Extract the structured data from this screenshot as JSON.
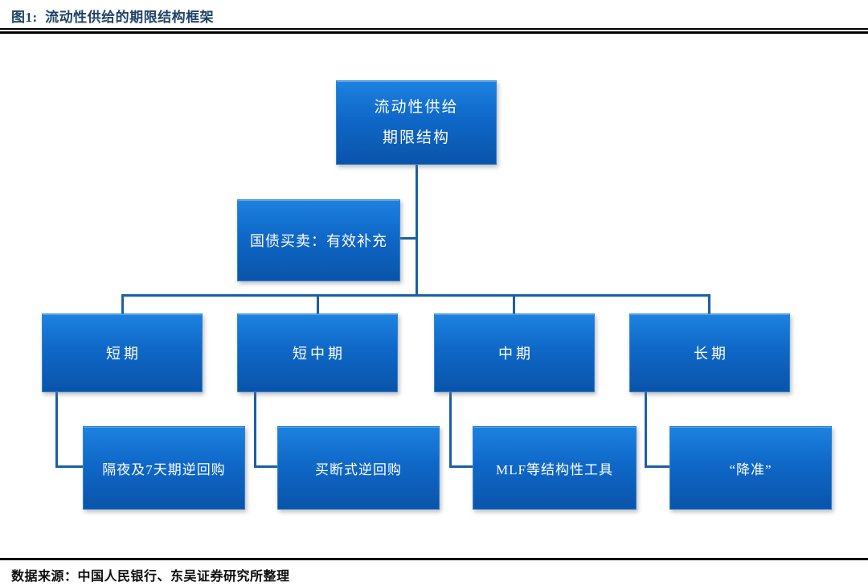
{
  "figure": {
    "title": "图1:  流动性供给的期限结构框架",
    "source": "数据来源：中国人民银行、东吴证券研究所整理"
  },
  "diagram": {
    "root": {
      "line1": "流动性供给",
      "line2": "期限结构"
    },
    "supplement": {
      "label": "国债买卖：有效补充"
    },
    "columns": [
      {
        "category": "短期",
        "tool": "隔夜及7天期逆回购"
      },
      {
        "category": "短中期",
        "tool": "买断式逆回购"
      },
      {
        "category": "中期",
        "tool": "MLF等结构性工具"
      },
      {
        "category": "长期",
        "tool": "“降准”"
      }
    ]
  },
  "colors": {
    "node_gradient_top": "#1d82e0",
    "node_gradient_bottom": "#0a54aa",
    "node_border": "#2f84d6",
    "node_text": "#ffffff",
    "connector": "#1a5fa8",
    "title_text": "#1f4469",
    "rule": "#000000",
    "source_text": "#0d0d0d"
  }
}
